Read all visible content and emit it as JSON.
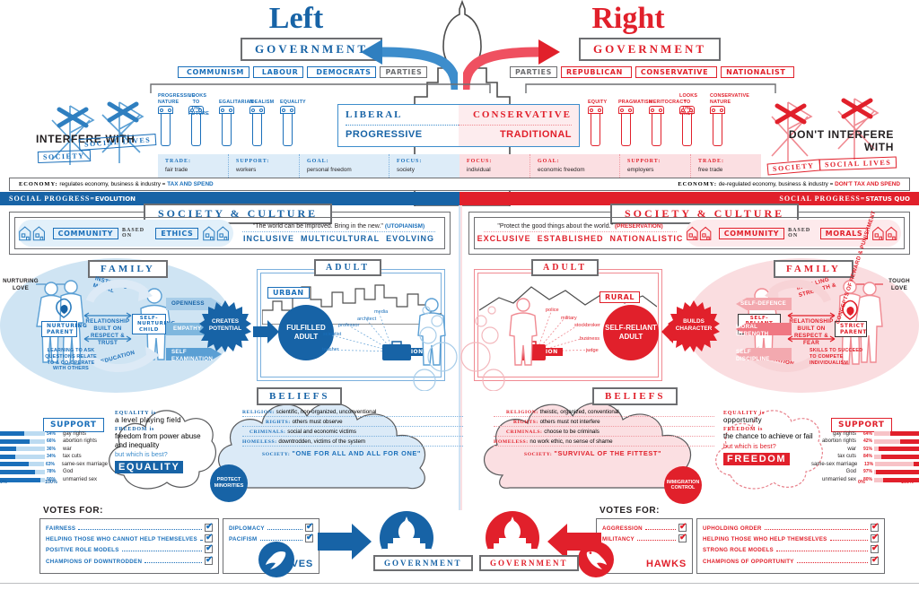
{
  "meta": {
    "left_color": "#1a6fba",
    "right_color": "#e1202b",
    "grey": "#6d6e71"
  },
  "headers": {
    "left_title": "Left",
    "right_title": "Right",
    "government_left": "GOVERNMENT",
    "government_right": "GOVERNMENT"
  },
  "parties": {
    "label_left": "PARTIES",
    "label_right": "PARTIES",
    "left": [
      "COMMUNISM",
      "LABOUR",
      "DEMOCRATS"
    ],
    "right": [
      "REPUBLICAN",
      "CONSERVATIVE",
      "NATIONALIST"
    ]
  },
  "pillars": {
    "left": [
      "PROGRESSIVE NATURE",
      "LOOKS TO THE FUTURE",
      "EGALITARIAN",
      "IDEALISM",
      "EQUALITY"
    ],
    "right": [
      "EQUITY",
      "PRAGMATISM",
      "MERITOCRACY",
      "LOOKS TO THE PAST",
      "CONSERVATIVE NATURE"
    ]
  },
  "spectrum": {
    "left_top": "LIBERAL",
    "left_bottom": "PROGRESSIVE",
    "right_top": "CONSERVATIVE",
    "right_bottom": "TRADITIONAL"
  },
  "flags": {
    "left_text": "INTERFERE WITH",
    "right_text": "DON'T INTERFERE WITH",
    "left_tags": [
      "SOCIETY",
      "SOCIAL LIVES"
    ],
    "right_tags": [
      "SOCIETY",
      "SOCIAL LIVES"
    ]
  },
  "stats_left": [
    {
      "key": "TRADE:",
      "val": "fair trade"
    },
    {
      "key": "SUPPORT:",
      "val": "workers"
    },
    {
      "key": "GOAL:",
      "val": "personal freedom"
    },
    {
      "key": "FOCUS:",
      "val": "society"
    }
  ],
  "stats_right": [
    {
      "key": "FOCUS:",
      "val": "individual"
    },
    {
      "key": "GOAL:",
      "val": "economic freedom"
    },
    {
      "key": "SUPPORT:",
      "val": "employers"
    },
    {
      "key": "TRADE:",
      "val": "free trade"
    }
  ],
  "economy": {
    "left_key": "ECONOMY:",
    "left_text": "regulates economy, business & industry =",
    "left_hl": "TAX AND SPEND",
    "right_key": "ECONOMY:",
    "right_text": "de-regulated economy, business & industry =",
    "right_hl": "DON'T TAX AND SPEND"
  },
  "social_progress": {
    "left": "SOCIAL PROGRESS=",
    "left_hl": "EVOLUTION",
    "right": "SOCIAL PROGRESS=",
    "right_hl": "STATUS QUO"
  },
  "society_culture": {
    "title_left": "SOCIETY & CULTURE",
    "title_right": "SOCIETY & CULTURE",
    "left": {
      "community": "COMMUNITY",
      "based_on": "BASED ON",
      "basis": "ETHICS",
      "quote": "\"The world can be improved. Bring in the new.\"",
      "quote_tag": "(UTOPIANISM)",
      "words": [
        "INCLUSIVE",
        "MULTICULTURAL",
        "EVOLVING"
      ]
    },
    "right": {
      "community": "COMMUNITY",
      "based_on": "BASED ON",
      "basis": "MORALS",
      "quote": "\"Protect the good things about the world.\"",
      "quote_tag": "(PRESERVATION)",
      "words": [
        "EXCLUSIVE",
        "ESTABLISHED",
        "NATIONALISTIC"
      ]
    }
  },
  "family_left": {
    "title": "FAMILY",
    "love": "NURTURING LOVE",
    "parent": "NURTURING PARENT",
    "relationship": "RELATIONSHIP BUILT ON RESPECT & TRUST",
    "child": "SELF-NURTURING CHILD",
    "instilling": "INSTILLING MORAL",
    "education": "EDUCATION",
    "learning": "LEARNING TO ASK QUESTIONS RELATE TO & CO-OPERATE WITH OTHERS",
    "arrows": [
      "OPENNESS",
      "EMPATHY",
      "SELF EXAMINATION"
    ],
    "burst": "CREATES POTENTIAL"
  },
  "family_right": {
    "title": "FAMILY",
    "love": "TOUGH LOVE",
    "parent": "STRICT PARENT",
    "relationship": "RELATIONSHIP BUILT ON RESPECT & FEAR",
    "child": "SELF-RELIANT CHILD",
    "instilling": "INSTILLING STRENGTH &",
    "education": "EDUCATION",
    "learning": "SKILLS TO SUCCEED TO COMPETE INDIVIDUALISM",
    "arrows": [
      "SELF-DEFENCE",
      "MORAL STRENGTH",
      "SELF DISCIPLINE"
    ],
    "burst": "BUILDS CHARACTER",
    "side_text": "CONCEPTS OF REWARD & PUNISHMENT"
  },
  "adult_left": {
    "title": "ADULT",
    "setting": "URBAN",
    "result": "FULFILLED ADULT",
    "vocation": "VOCATION",
    "jobs": [
      "media",
      "architect",
      "professor",
      "scientist",
      "teacher"
    ]
  },
  "adult_right": {
    "title": "ADULT",
    "setting": "RURAL",
    "result": "SELF-RELIANT ADULT",
    "vocation": "VOCATION",
    "jobs": [
      "police",
      "military",
      "stockbroker",
      "business",
      "judge"
    ]
  },
  "beliefs_left": {
    "title": "BELIEFS",
    "rows": [
      {
        "key": "RELIGION:",
        "val": "scientific, non-organized, unconventional"
      },
      {
        "key": "RIGHTS:",
        "val": "others must observe"
      },
      {
        "key": "CRIMINALS:",
        "val": "social and economic victims"
      },
      {
        "key": "HOMELESS:",
        "val": "downtrodden, victims of the system"
      }
    ],
    "society_key": "SOCIETY:",
    "society_val": "\"ONE FOR ALL AND ALL FOR ONE\""
  },
  "beliefs_right": {
    "title": "BELIEFS",
    "rows": [
      {
        "key": "RELIGION:",
        "val": "theistic, organized, conventional"
      },
      {
        "key": "RIGHTS:",
        "val": "others must not interfere"
      },
      {
        "key": "CRIMINALS:",
        "val": "choose to be criminals"
      },
      {
        "key": "HOMELESS:",
        "val": "no work ethic, no sense of shame"
      }
    ],
    "society_key": "SOCIETY:",
    "society_val": "\"SURVIVAL OF THE FITTEST\""
  },
  "values_left": {
    "equality_key": "EQUALITY is",
    "equality_val": "a level playing field",
    "freedom_key": "FREEDOM is",
    "freedom_val": "freedom from power abuse and inequality",
    "question": "but which is best?",
    "answer": "EQUALITY",
    "bubble": "PROTECT MINORITIES"
  },
  "values_right": {
    "equality_key": "EQUALITY is",
    "equality_val": "opportunity",
    "freedom_key": "FREEDOM is",
    "freedom_val": "the chance to achieve or fail",
    "question": "but which is best?",
    "answer": "FREEDOM",
    "bubble": "IMMIGRATION CONTROL"
  },
  "chart_data": [
    {
      "type": "bar",
      "title": "SUPPORT",
      "side": "left",
      "categories": [
        "gay rights",
        "abortion rights",
        "war",
        "tax cuts",
        "same-sex marriage",
        "God",
        "unmarried sex"
      ],
      "values": [
        54,
        66,
        36,
        34,
        63,
        78,
        90
      ],
      "xlabel": "",
      "ylabel": "",
      "xlim": [
        0,
        100
      ],
      "axis_ticks": [
        "0%",
        "100%"
      ],
      "color": "#1a6fba"
    },
    {
      "type": "bar",
      "title": "SUPPORT",
      "side": "right",
      "categories": [
        "gay rights",
        "abortion rights",
        "war",
        "tax cuts",
        "same-sex marriage",
        "God",
        "unmarried sex"
      ],
      "values": [
        64,
        42,
        91,
        84,
        13,
        97,
        80
      ],
      "xlabel": "",
      "ylabel": "",
      "xlim": [
        0,
        100
      ],
      "axis_ticks": [
        "0%",
        "100%"
      ],
      "color": "#e1202b"
    }
  ],
  "votes_left": {
    "title": "VOTES FOR:",
    "col1": [
      "FAIRNESS",
      "HELPING THOSE WHO CANNOT HELP THEMSELVES",
      "POSITIVE ROLE MODELS",
      "CHAMPIONS OF DOWNTRODDEN"
    ],
    "col2": [
      "DIPLOMACY",
      "PACIFISM"
    ],
    "badge": "DOVES",
    "government": "GOVERNMENT"
  },
  "votes_right": {
    "title": "VOTES FOR:",
    "col1": [
      "AGGRESSION",
      "MILITANCY"
    ],
    "col2": [
      "UPHOLDING ORDER",
      "HELPING THOSE WHO HELP THEMSELVES",
      "STRONG ROLE MODELS",
      "CHAMPIONS OF OPPORTUNITY"
    ],
    "badge": "HAWKS",
    "government": "GOVERNMENT"
  }
}
